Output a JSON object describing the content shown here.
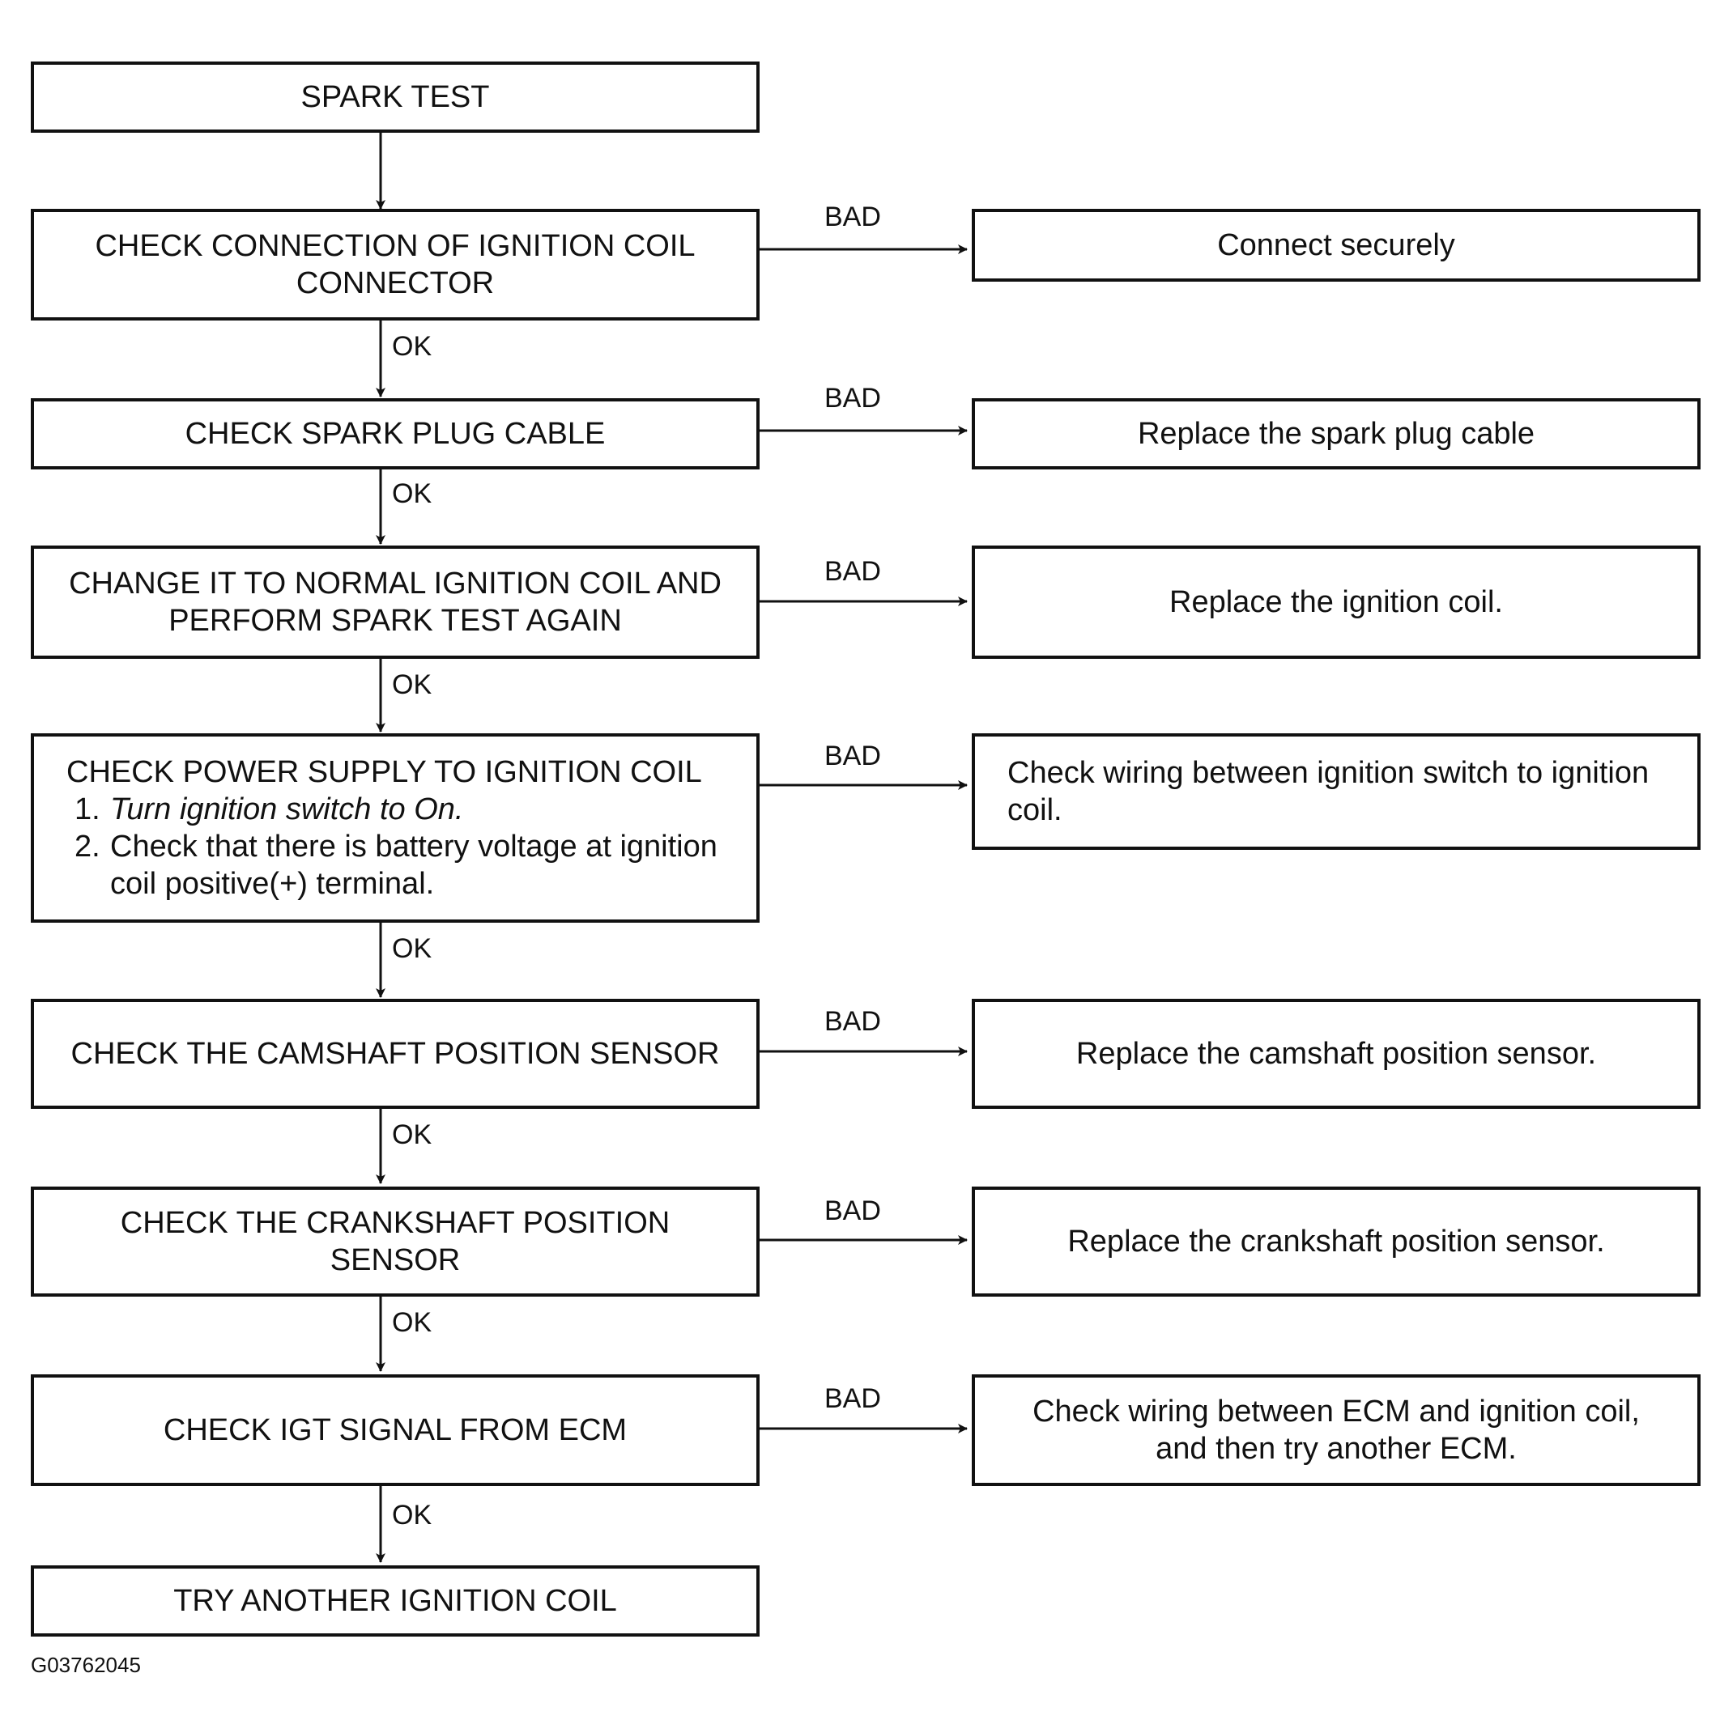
{
  "flow": {
    "start": "SPARK TEST",
    "steps": [
      {
        "check": "CHECK CONNECTION OF IGNITION COIL CONNECTOR",
        "bad_label": "BAD",
        "ok_label": "OK",
        "fix": "Connect securely"
      },
      {
        "check": "CHECK SPARK PLUG CABLE",
        "bad_label": "BAD",
        "ok_label": "OK",
        "fix": "Replace the spark plug cable"
      },
      {
        "check": "CHANGE IT TO NORMAL IGNITION COIL AND PERFORM SPARK TEST AGAIN",
        "bad_label": "BAD",
        "ok_label": "OK",
        "fix": "Replace the ignition coil."
      },
      {
        "check_title": "CHECK POWER SUPPLY TO IGNITION COIL",
        "check_items": [
          {
            "num": "1.",
            "text": "Turn ignition switch to On."
          },
          {
            "num": "2.",
            "text": "Check that there is battery voltage at ignition coil positive(+) terminal."
          }
        ],
        "bad_label": "BAD",
        "ok_label": "OK",
        "fix": "Check wiring between ignition switch to ignition coil."
      },
      {
        "check": "CHECK THE CAMSHAFT POSITION SENSOR",
        "bad_label": "BAD",
        "ok_label": "OK",
        "fix": "Replace the camshaft position sensor."
      },
      {
        "check": "CHECK THE CRANKSHAFT POSITION SENSOR",
        "bad_label": "BAD",
        "ok_label": "OK",
        "fix": "Replace the crankshaft position sensor."
      },
      {
        "check": "CHECK IGT SIGNAL FROM ECM",
        "bad_label": "BAD",
        "ok_label": "OK",
        "fix": "Check wiring between ECM and ignition coil, and then try another ECM."
      }
    ],
    "end": "TRY ANOTHER IGNITION COIL"
  },
  "figure_id": "G03762045"
}
